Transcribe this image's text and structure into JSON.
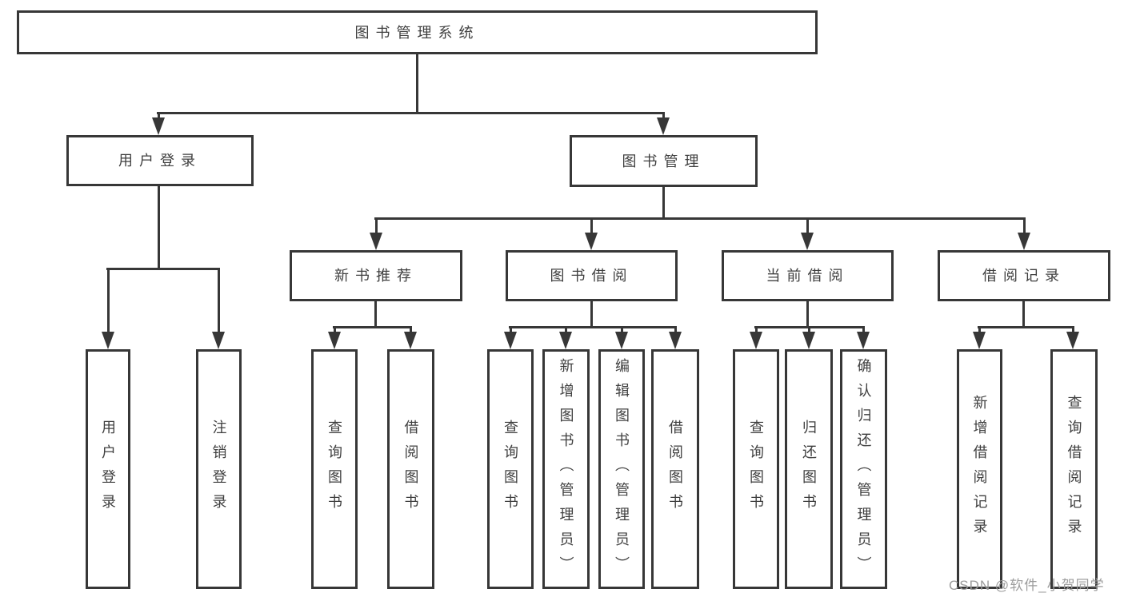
{
  "tree": {
    "root": "图书管理系统",
    "branches": [
      {
        "label": "用户登录",
        "children": [
          "用户登录",
          "注销登录"
        ]
      },
      {
        "label": "图书管理",
        "children": [
          {
            "label": "新书推荐",
            "children": [
              "查询图书",
              "借阅图书"
            ]
          },
          {
            "label": "图书借阅",
            "children": [
              "查询图书",
              "新增图书（管理员）",
              "编辑图书（管理员）",
              "借阅图书"
            ]
          },
          {
            "label": "当前借阅",
            "children": [
              "查询图书",
              "归还图书",
              "确认归还（管理员）"
            ]
          },
          {
            "label": "借阅记录",
            "children": [
              "新增借阅记录",
              "查询借阅记录"
            ]
          }
        ]
      }
    ]
  },
  "watermark": "CSDN @软件_小贺同学",
  "colors": {
    "line": "#373737",
    "text": "#3f3f3f",
    "watermark": "#9c9c9c",
    "background": "#ffffff"
  }
}
